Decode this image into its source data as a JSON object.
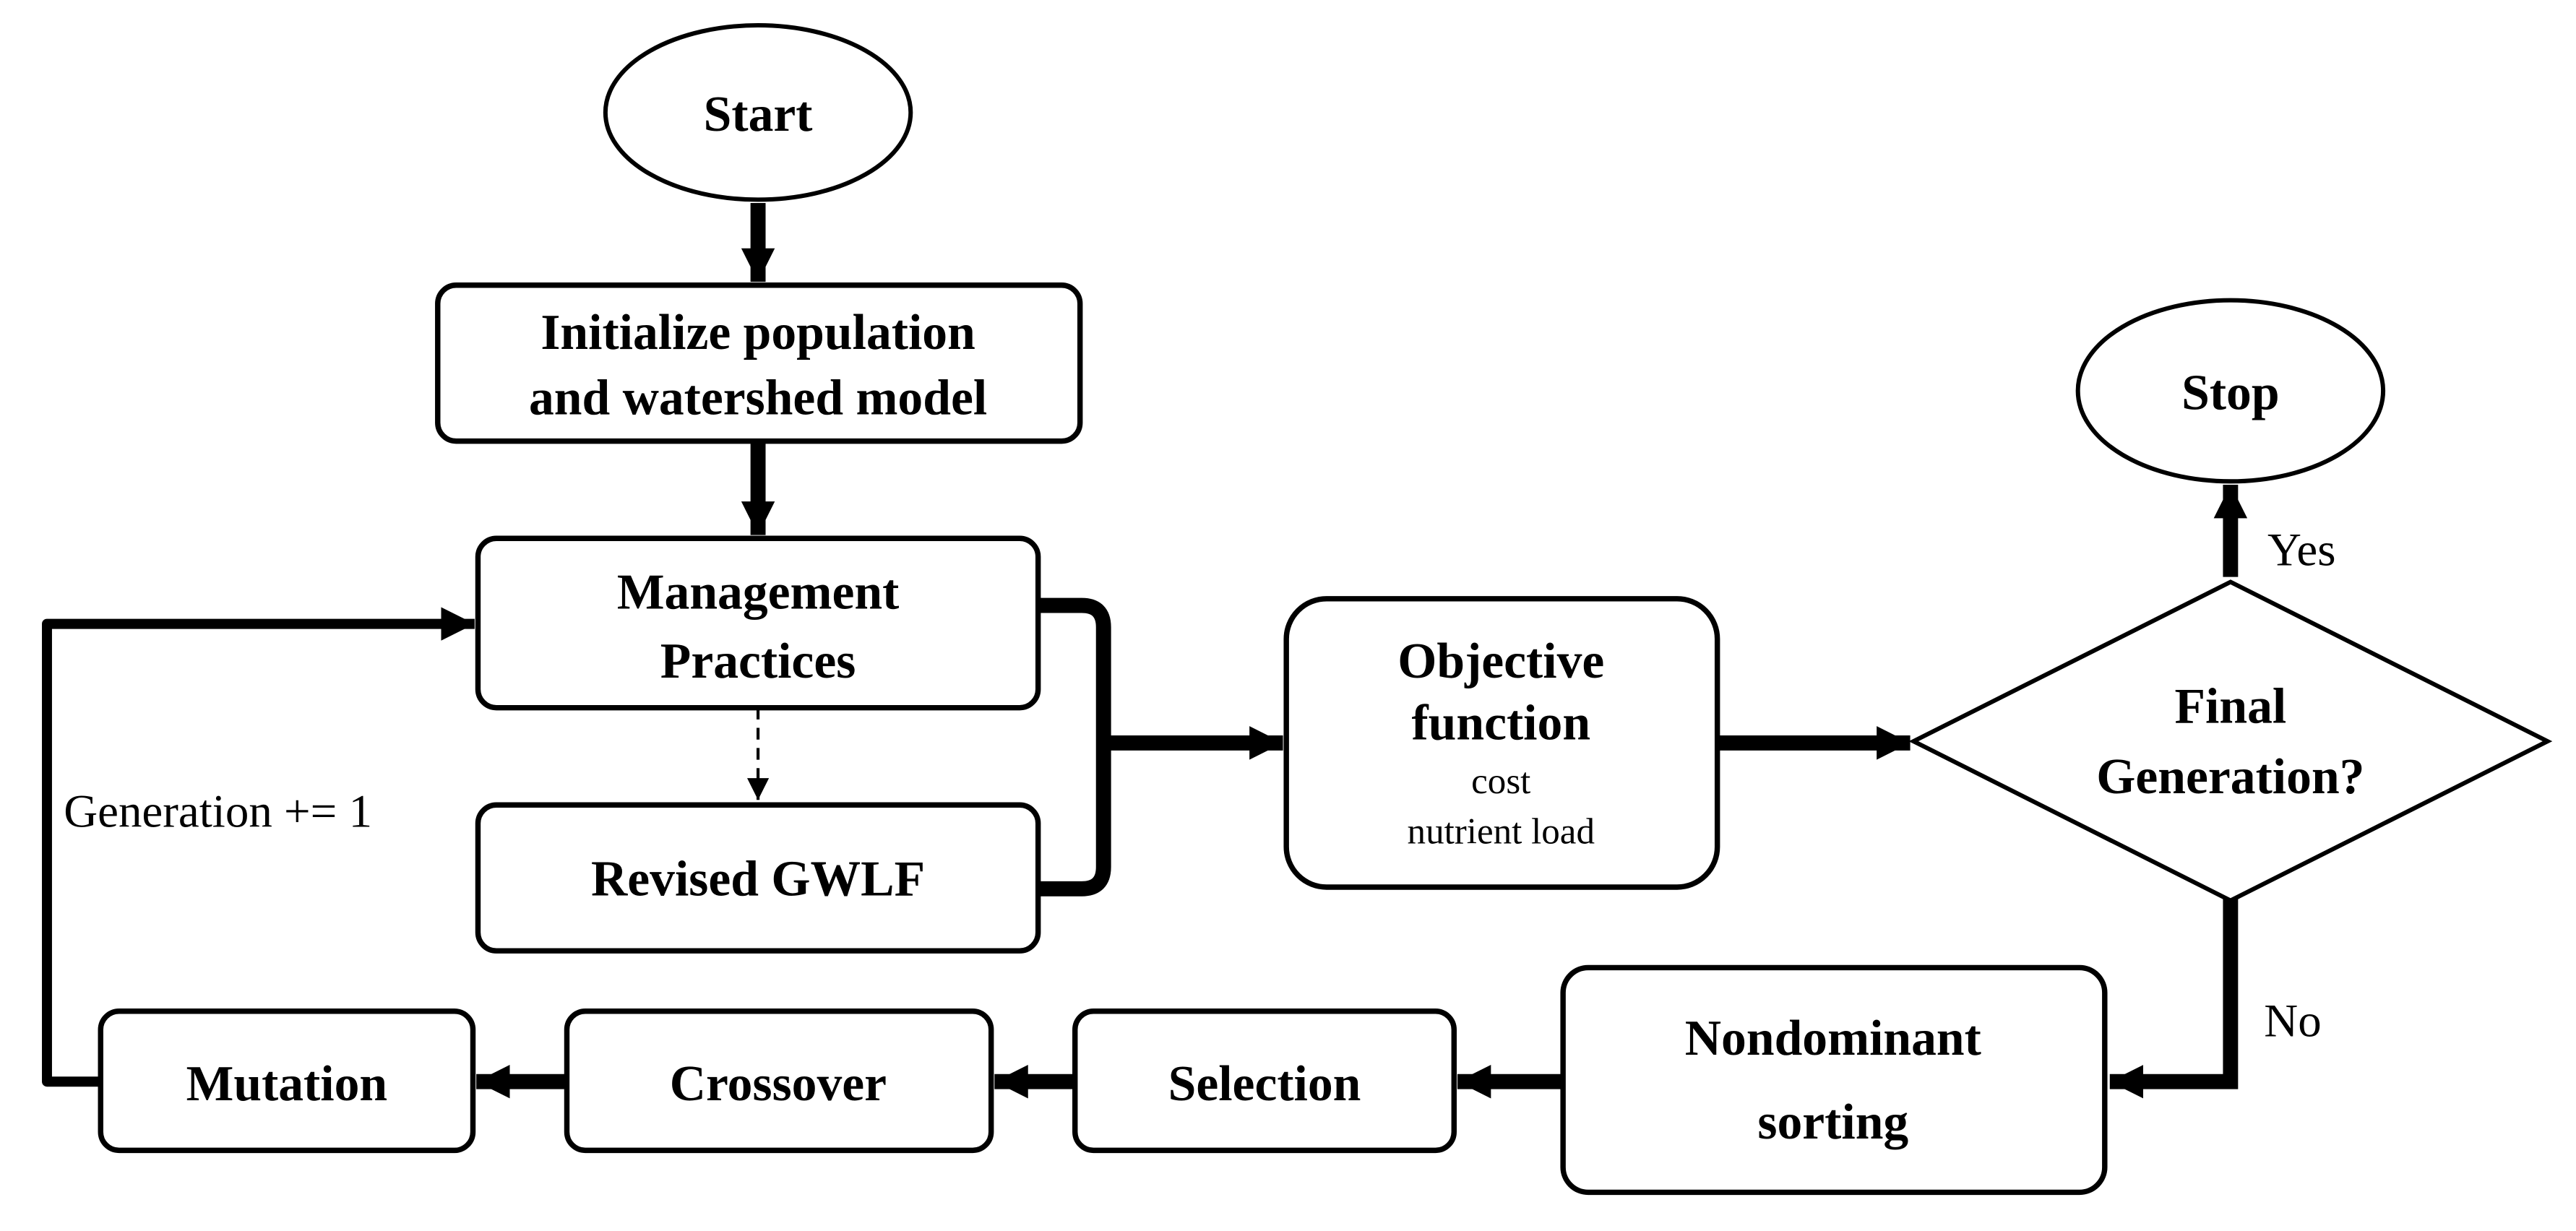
{
  "nodes": {
    "start": {
      "label": "Start"
    },
    "initialize": {
      "line1": "Initialize population",
      "line2": "and watershed model"
    },
    "management_practices": {
      "line1": "Management",
      "line2": "Practices"
    },
    "revised_gwlf": {
      "label": "Revised GWLF"
    },
    "objective_function": {
      "line1": "Objective",
      "line2": "function",
      "detail1": "cost",
      "detail2": "nutrient load"
    },
    "final_generation": {
      "line1": "Final",
      "line2": "Generation?"
    },
    "stop": {
      "label": "Stop"
    },
    "nondominant_sorting": {
      "line1": "Nondominant",
      "line2": "sorting"
    },
    "selection": {
      "label": "Selection"
    },
    "crossover": {
      "label": "Crossover"
    },
    "mutation": {
      "label": "Mutation"
    }
  },
  "edge_labels": {
    "yes": "Yes",
    "no": "No",
    "generation_increment": "Generation += 1"
  },
  "colors": {
    "background": "#ffffff",
    "stroke": "#000000",
    "text": "#000000"
  }
}
